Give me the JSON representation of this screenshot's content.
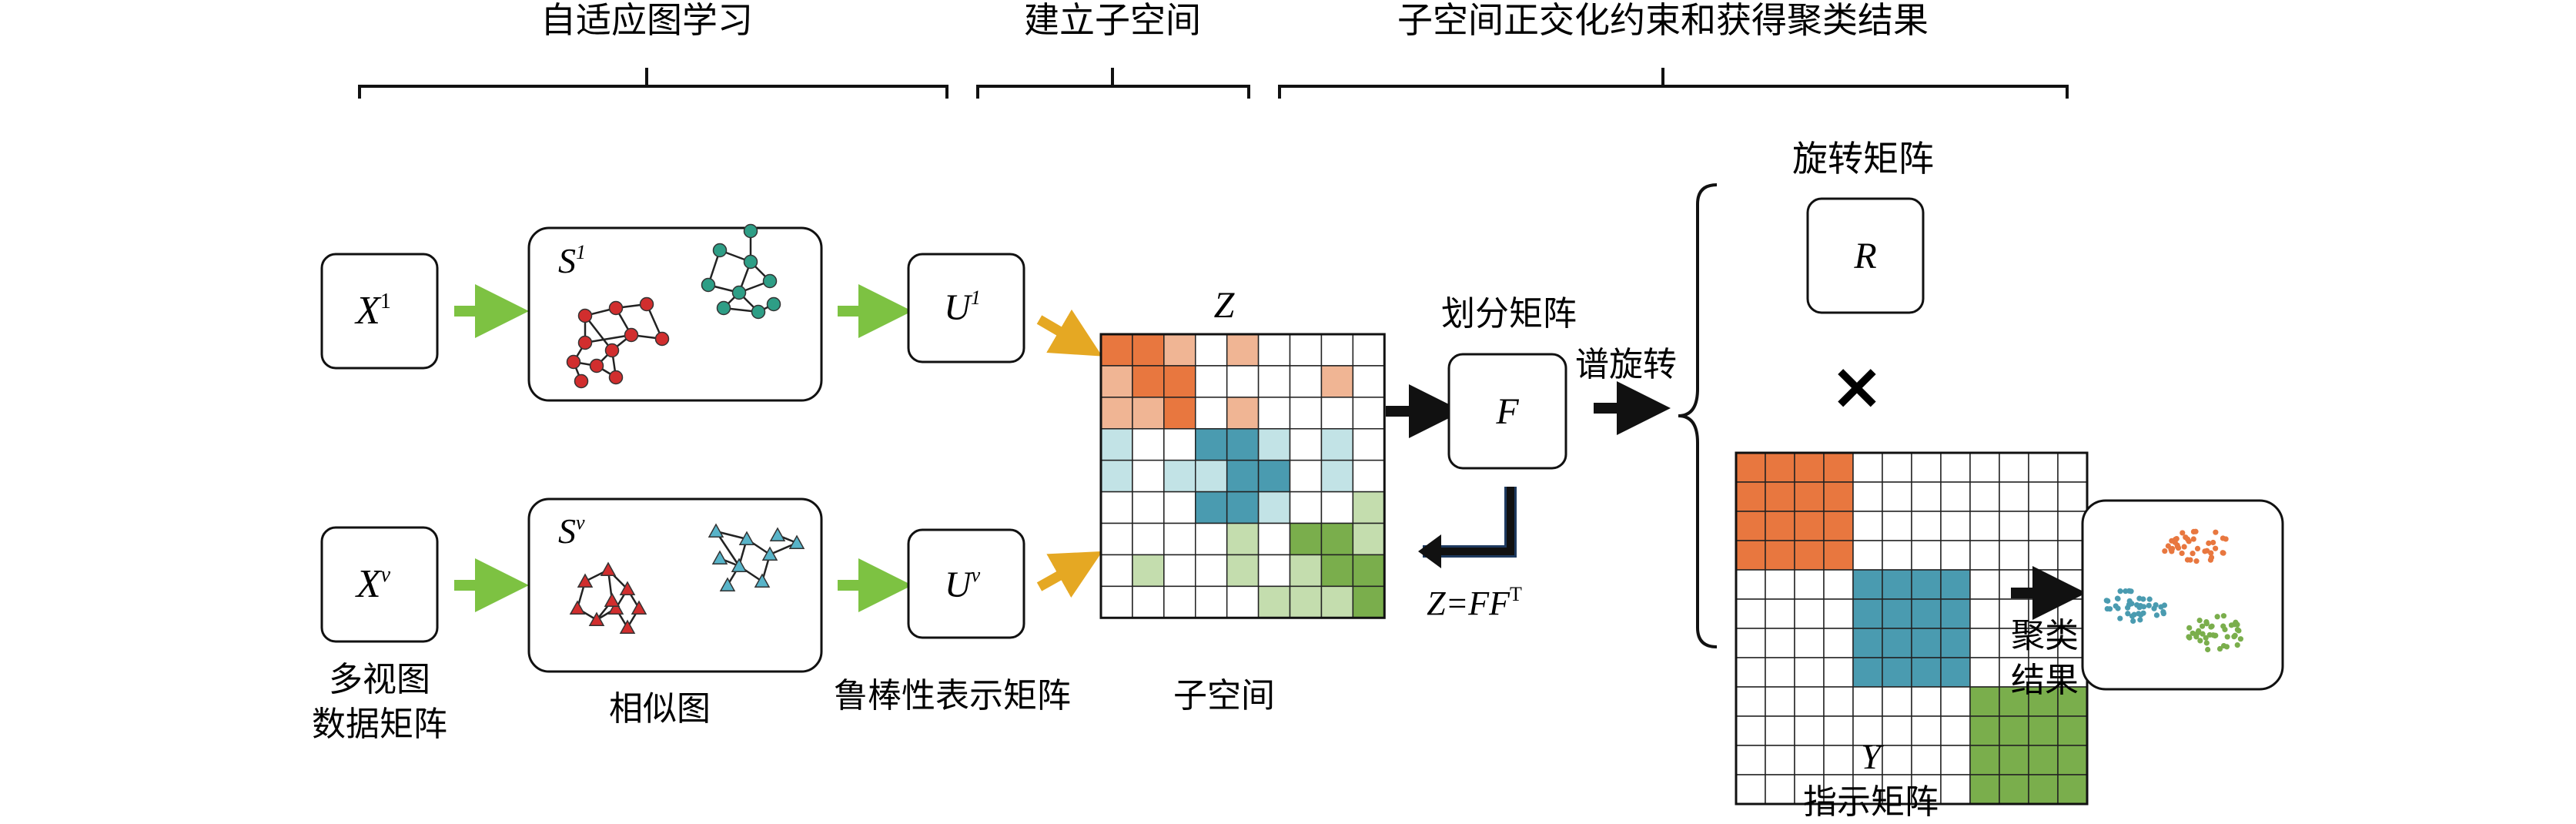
{
  "stages": {
    "adaptive_graph": "自适应图学习",
    "build_subspace": "建立子空间",
    "orthogonal": "子空间正交化约束和获得聚类结果"
  },
  "inputs": {
    "x1_base": "X",
    "x1_sup": "1",
    "xv_base": "X",
    "xv_sup": "v",
    "caption_line1": "多视图",
    "caption_line2": "数据矩阵"
  },
  "similarity": {
    "s1_base": "S",
    "s1_sup": "1",
    "sv_base": "S",
    "sv_sup": "v",
    "caption": "相似图"
  },
  "robust": {
    "u1_base": "U",
    "u1_sup": "1",
    "uv_base": "U",
    "uv_sup": "v",
    "caption": "鲁棒性表示矩阵"
  },
  "subspace": {
    "label": "Z",
    "caption": "子空间"
  },
  "partition": {
    "title": "划分矩阵",
    "label": "F",
    "equation": "Z=FF",
    "equation_sup": "T"
  },
  "spectral": {
    "label": "谱旋转"
  },
  "rotation": {
    "title": "旋转矩阵",
    "label": "R"
  },
  "multiply": "×",
  "indicator": {
    "label": "Y",
    "caption": "指示矩阵"
  },
  "result": {
    "line1": "聚类",
    "line2": "结果"
  },
  "colors": {
    "orange": "#E8773F",
    "orange_light": "#F0B594",
    "blue": "#4A9BB0",
    "blue_light": "#C2E3E6",
    "green": "#7AAE4C",
    "green_light": "#C4DDAE",
    "arrow_green": "#7DC242",
    "arrow_gold": "#E5A823",
    "node_red": "#D12E2E",
    "node_teal": "#2E9E86",
    "node_blue": "#58B4C9"
  }
}
